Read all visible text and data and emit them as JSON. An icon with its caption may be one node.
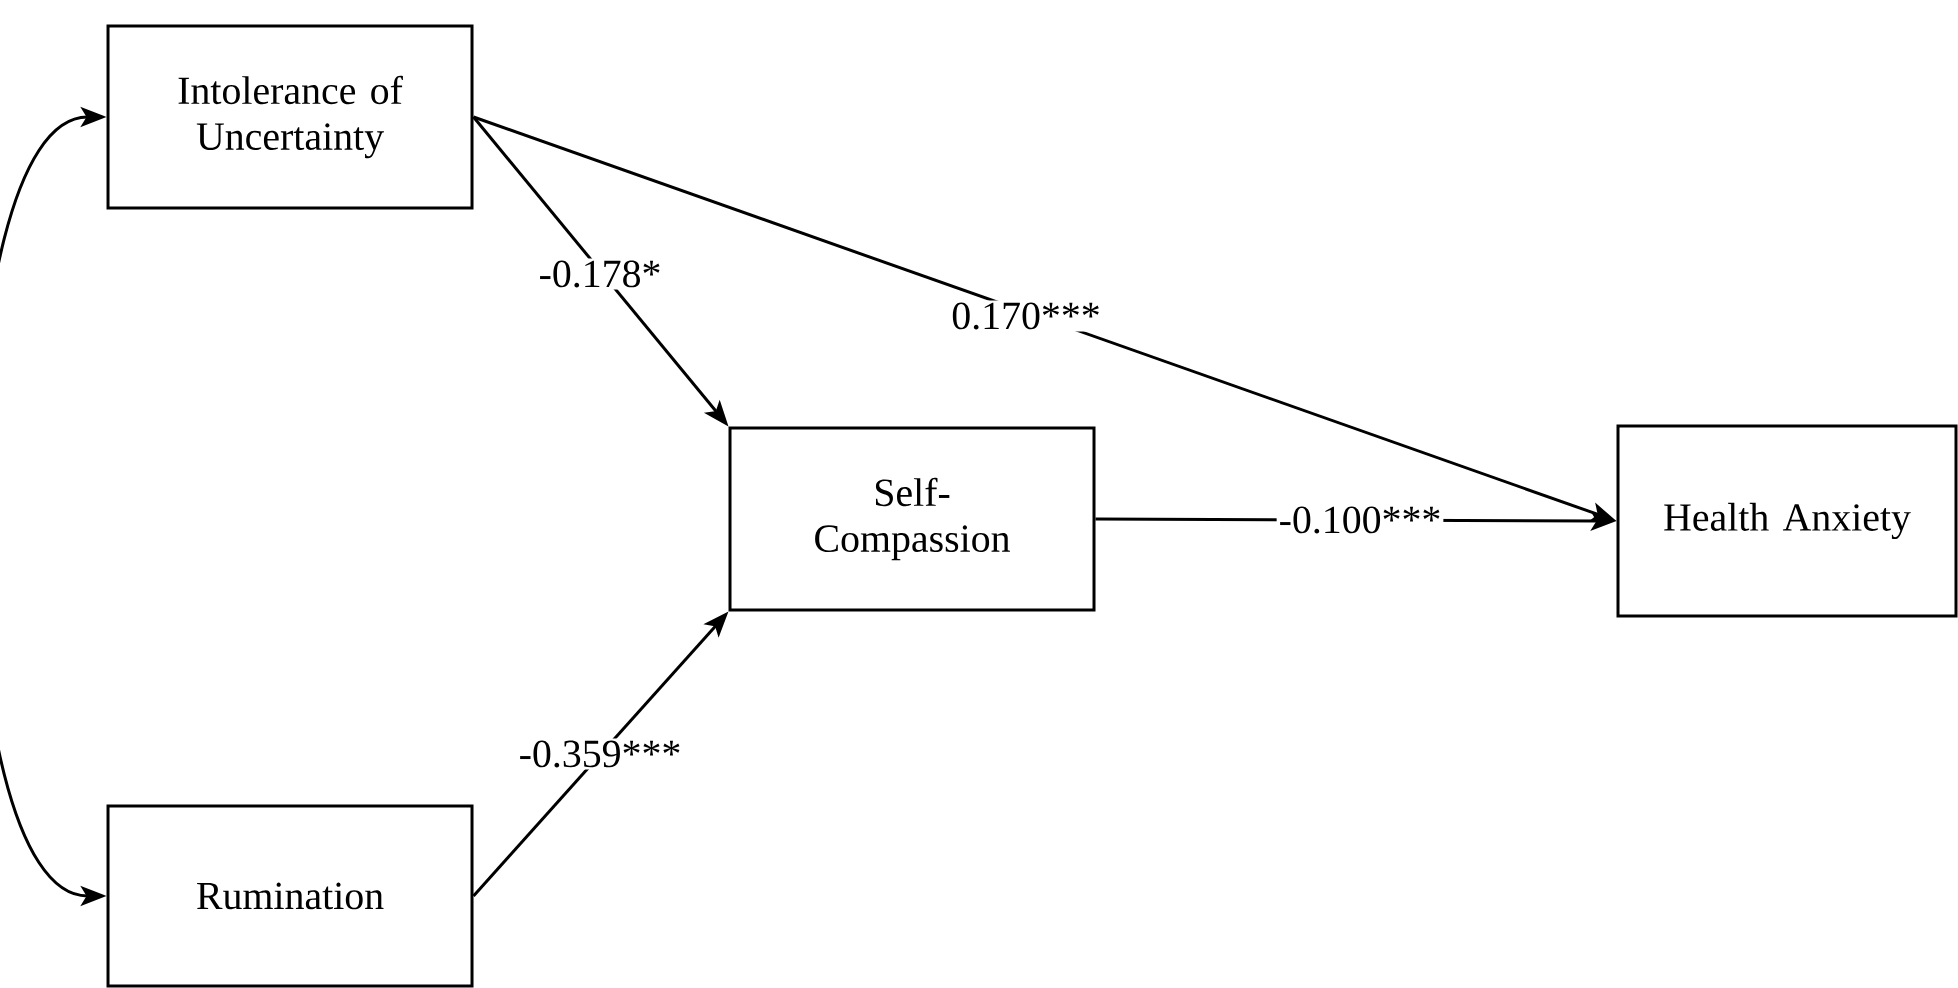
{
  "diagram": {
    "nodes": [
      {
        "text": [
          "Intolerance of Uncertainty"
        ]
      },
      {
        "text": [
          "Rumination"
        ]
      },
      {
        "text": [
          "Self-Compassion"
        ]
      },
      {
        "text": [
          "Health Anxiety"
        ]
      }
    ],
    "edges": [
      {
        "from": 0,
        "to": 1,
        "arrow": "both"
      },
      {
        "from": 0,
        "to": 2,
        "arrow": "to",
        "label": "-0.178*"
      },
      {
        "from": 0,
        "to": 3,
        "arrow": "to",
        "label": "0.170***"
      },
      {
        "from": 1,
        "to": 2,
        "arrow": "to",
        "label": "-0.359***"
      },
      {
        "from": 2,
        "to": 3,
        "arrow": "to",
        "label": "-0.100***"
      }
    ]
  }
}
